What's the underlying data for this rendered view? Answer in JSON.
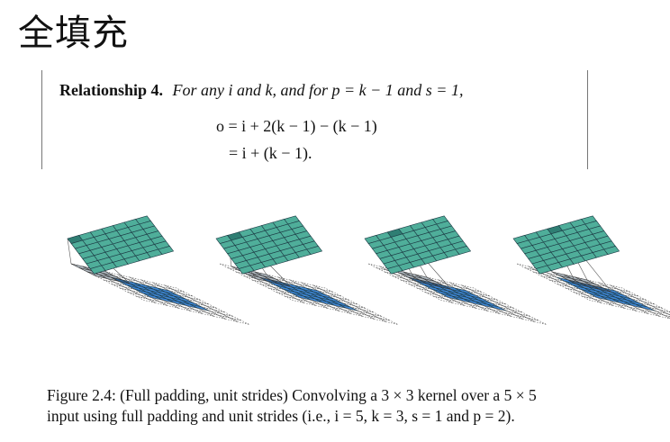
{
  "heading": "全填充",
  "relationship": {
    "label": "Relationship 4.",
    "statement": "For any i and k, and for p = k − 1 and s = 1,",
    "equation_line1": "o = i + 2(k − 1) − (k − 1)",
    "equation_line2": "= i + (k − 1)."
  },
  "figure": {
    "panels": [
      {
        "step": 1,
        "kernel_col": 0
      },
      {
        "step": 2,
        "kernel_col": 1
      },
      {
        "step": 3,
        "kernel_col": 2
      },
      {
        "step": 4,
        "kernel_col": 3
      }
    ],
    "input_size": 5,
    "padding": 2,
    "kernel_size": 3,
    "output_size": 7,
    "colors": {
      "output": "#4fae9a",
      "output_highlight": "#2f7e73",
      "input": "#3f86d4",
      "kernel_on_padding": "#aab4bc",
      "kernel_on_input": "#315f8c",
      "grid_line": "#1c3a44",
      "padding_line": "#555555"
    },
    "caption_line1": "Figure 2.4:  (Full padding, unit strides) Convolving a 3 × 3 kernel over a 5 × 5",
    "caption_line2": "input using full padding and unit strides (i.e., i = 5, k = 3, s = 1 and p = 2)."
  }
}
